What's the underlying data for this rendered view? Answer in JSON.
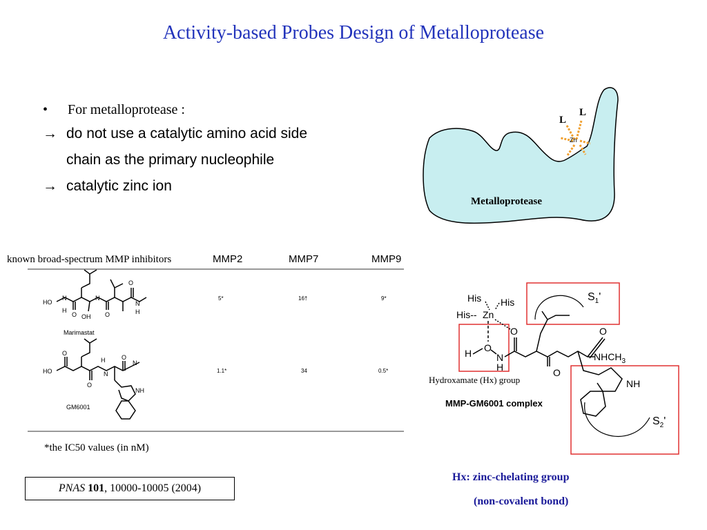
{
  "title": "Activity-based Probes Design of Metalloprotease",
  "bullets": {
    "b1": "For metalloprotease :",
    "b2_line1": "do not use a catalytic amino acid side",
    "b2_line2": "chain as the primary nucleophile",
    "b3": "catalytic zinc ion",
    "bullet_glyph": "•",
    "arrow_glyph": "→"
  },
  "enzyme_diagram": {
    "label": "Metalloprotease",
    "ligand1": "L",
    "ligand2": "L",
    "metal": "Zn",
    "colors": {
      "fill": "#c8eef0",
      "stroke": "#000000",
      "bond": "#f0a030"
    }
  },
  "inhibitor_table": {
    "header": "known broad-spectrum MMP inhibitors",
    "columns": [
      "MMP2",
      "MMP7",
      "MMP9"
    ],
    "rows": [
      {
        "name": "Marimastat",
        "values": [
          "5*",
          "16†",
          "9*"
        ]
      },
      {
        "name": "GM6001",
        "values": [
          "1.1*",
          "34",
          "0.5*"
        ]
      }
    ],
    "footnote": "*the IC50 values (in nM)",
    "atoms": {
      "ho": "HO",
      "n": "N",
      "h": "H",
      "o": "O",
      "oh": "OH",
      "nh": "NH"
    }
  },
  "citation": {
    "journal": "PNAS",
    "volume": "101",
    "rest": ", 10000-10005 (2004)"
  },
  "complex": {
    "his1": "His",
    "his2": "His",
    "his3": "His--",
    "zn": "Zn",
    "o": "O",
    "n": "N",
    "h": "H",
    "nhch3": "NHCH",
    "nh": "NH",
    "s1": "S",
    "s1_sub": "1",
    "s1_prime": "'",
    "s2": "S",
    "s2_sub": "2",
    "s2_prime": "'",
    "hx_label": "Hydroxamate (Hx) group",
    "complex_label": "MMP-GM6001 complex"
  },
  "hx_notes": {
    "line1": "Hx: zinc-chelating group",
    "line2": "(non-covalent bond)"
  }
}
